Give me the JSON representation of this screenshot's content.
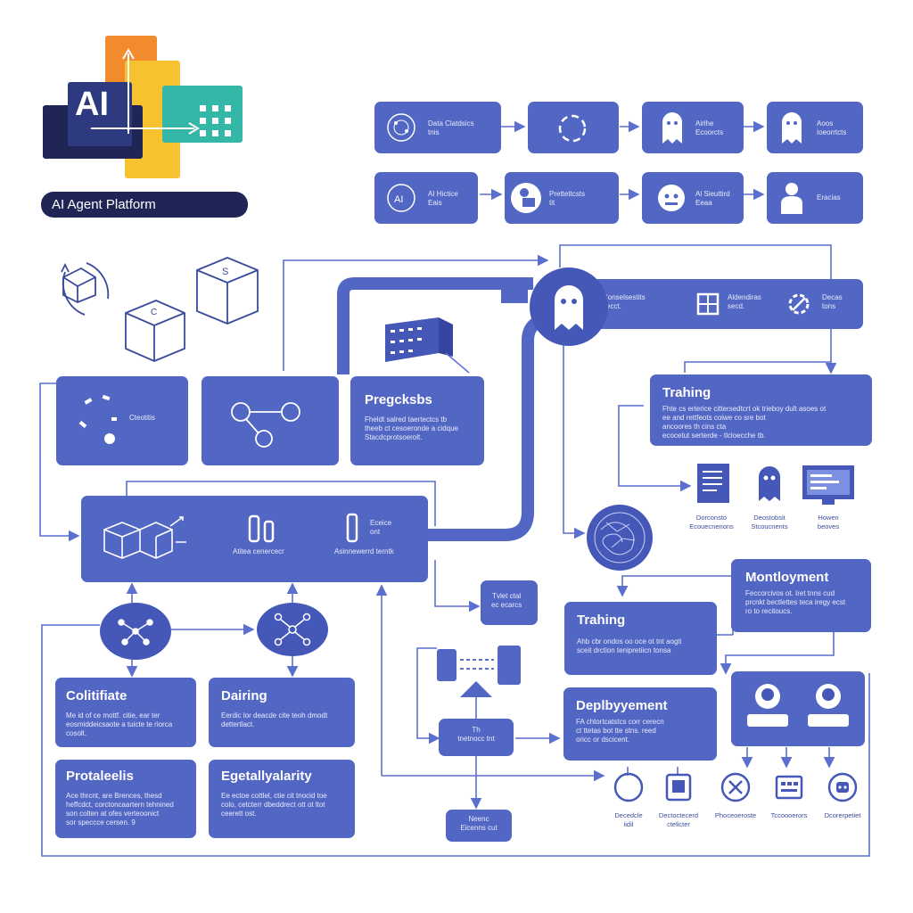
{
  "brand": {
    "logo_text": "AI",
    "platform_title": "AI Agent Platform"
  },
  "colors": {
    "node": "#5266c4",
    "line": "#5b6fcf",
    "navy": "#1f2656",
    "orange": "#f28a2e",
    "yellow": "#f7c230",
    "teal": "#35b7a7"
  },
  "pipeline": {
    "n1": {
      "line1": "Data Clatdsics",
      "line2": "tnis"
    },
    "n3": {
      "line1": "Airlhe",
      "line2": "Ecoorcts"
    },
    "n4": {
      "line1": "Aoos",
      "line2": "Ioeorrtcts"
    },
    "n5": {
      "line1": "AI Hictice",
      "line2": "Eais"
    },
    "n6": {
      "line1": "Prettettcsts",
      "line2": "tit"
    },
    "n7": {
      "line1": "Al Sieuttird",
      "line2": "Eeaa"
    },
    "n8": {
      "line1": "Eracias"
    }
  },
  "wide_bar": {
    "items": [
      {
        "line1": "Conselsestits",
        "line2": "secct."
      },
      {
        "line1": "Aldendiras",
        "line2": "secd."
      },
      {
        "line1": "Decas",
        "line2": "tons"
      }
    ]
  },
  "left_card": {
    "label": "Cteotitis"
  },
  "prep_card": {
    "title": "Pregcksbs",
    "lines": [
      "Fheldt salred taertectcs tb",
      "theeb ct cesoeronde a cidque",
      "Stacdcprotsoerolt."
    ]
  },
  "big_bar": {
    "items": [
      {
        "label": "Atitea cenercecr"
      },
      {
        "title": "Eceice",
        "sub": "ont",
        "label": "Asinnewerrd terntk"
      }
    ]
  },
  "train1": {
    "title": "Trahing",
    "lines": [
      "Fhte cs erterice cittersedtcrt ok trieboy dult asoes ot",
      "ee and rettfeots coiwe co sre bot",
      "ancoores th cins cta",
      "ecocetut serterde - tlcloecche tb."
    ]
  },
  "icon_row": [
    {
      "line1": "Dorconsto",
      "line2": "Ecouecnenons"
    },
    {
      "line1": "Deostobsit",
      "line2": "Stcoucnents"
    },
    {
      "line1": "Howen",
      "line2": "beoves"
    }
  ],
  "small_box": {
    "line1": "Tvlet ctal",
    "line2": "ec ecarcs"
  },
  "deploy_top": {
    "title": "Montloyment",
    "lines": [
      "Feccorcivos ot. Iret tnns cud",
      "prcnkt bectlettes teca iregy ecst",
      "ro to recitoucs."
    ]
  },
  "train2": {
    "title": "Trahing",
    "lines": [
      "Ahb cbr ondos oo oce ot tnt aogti",
      "sceit drction tenipretiicn tonsa"
    ]
  },
  "mid_box": {
    "line1": "Th",
    "line2": "tnetnocc tnt"
  },
  "deploy2": {
    "title": "Deplbyyement",
    "lines": [
      "FA chtortcatstcs corr cerecn",
      "ct ttetas bot tte stns. reed",
      "oricc or dscicent."
    ]
  },
  "nodes_box": {
    "line1": "Neenc",
    "line2": "Eicenns cut"
  },
  "cards": [
    {
      "title": "Colitifiate",
      "lines": [
        "Me id of ce mottf. citie, ear ter",
        "eosmiddeicsaote a tuicte te riorca",
        "cosolt."
      ]
    },
    {
      "title": "Dairing",
      "lines": [
        "Eerdic lor deacde cite teoh dmodt",
        "dettertlact."
      ]
    },
    {
      "title": "Protaleelis",
      "lines": [
        "Ace thrcnt, are Brences, thesd",
        "heffcdct, corctoncaartern tehnined",
        "son colten at ofes verteoonict",
        "sor speccce cersen. 9"
      ]
    },
    {
      "title": "Egetallyalarity",
      "lines": [
        "Ee ectoe cottlel, ctie cit tnocid toe",
        "colo, cetcterr dbeddrect ott ot ltot",
        "ceerett ost."
      ]
    }
  ],
  "bottom_icons": [
    {
      "line1": "Decedcle",
      "line2": "iidil"
    },
    {
      "line1": "Dectoctecerd",
      "line2": "ctelicter"
    },
    {
      "line1": "Phoceoeroste"
    },
    {
      "line1": "Tccoooerors"
    },
    {
      "line1": "Dcorerpetiet"
    }
  ]
}
